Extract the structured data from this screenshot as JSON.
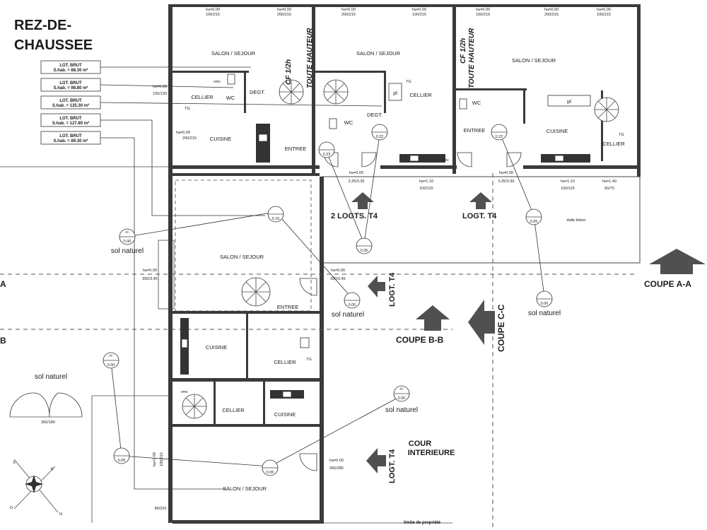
{
  "title": [
    "REZ-DE-",
    "CHAUSSEE"
  ],
  "lots": [
    {
      "label": "LOT. BRUT",
      "surface": "S.hab. = 88.30 m²"
    },
    {
      "label": "LOT. BRUT",
      "surface": "S.hab. = 98.80 m²"
    },
    {
      "label": "LOT. BRUT",
      "surface": "S.hab. = 125.30 m²"
    },
    {
      "label": "LOT. BRUT",
      "surface": "S.hab. = 127.80 m²"
    },
    {
      "label": "LOT. BRUT",
      "surface": "S.hab. = 89.30 m²"
    }
  ],
  "rooms": {
    "salon_sejour": "SALON / SEJOUR",
    "cellier": "CELLIER",
    "cuisine": "CUISINE",
    "entree": "ENTREE",
    "degt": "DEGT.",
    "wc": "WC",
    "pl": "pl",
    "tg": "TG",
    "vmc": "vmc"
  },
  "wall_notes": {
    "cf": "CF 1/2h",
    "toute_hauteur": "TOUTE HAUTEUR"
  },
  "logements": {
    "t4_pair": "2 LOGTS. T4",
    "t4": "LOGT. T4"
  },
  "sections": {
    "a": "COUPE A-A",
    "b": "COUPE B-B",
    "c": "COUPE C-C",
    "a_edge": "A",
    "b_edge": "B"
  },
  "terrain": {
    "sol_naturel": "sol naturel",
    "cour": [
      "COUR",
      "INTERIEURE"
    ],
    "dalle": "dalle béton",
    "limite": "limite de propriété"
  },
  "levels": {
    "plus_minus": "+/-",
    "v000": "0.00",
    "v005": "0.05",
    "v015": "0.15",
    "v022": "0.22"
  },
  "openings": {
    "ha000": "ha=0.00",
    "ha110": "ha=1.10",
    "ha140": "ha=1.40",
    "d100_215": "100/215",
    "d200_215": "200/215",
    "d100_130": "100/130",
    "d100_115": "100/115",
    "d60_75": "60/75",
    "d325_330": "3.25/3.30",
    "d350_345": "350/3.45",
    "d305_285": "305/285",
    "d350_180": "350/180",
    "d80_220": "80/220"
  },
  "compass": {
    "s": "S",
    "n": "N",
    "e": "E",
    "o": "O"
  }
}
